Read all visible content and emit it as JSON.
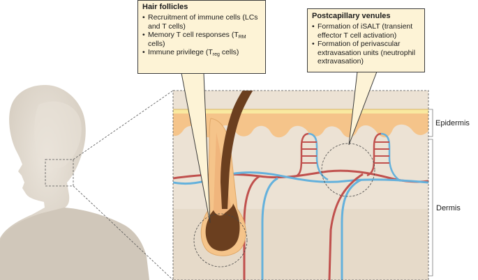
{
  "hair_follicles": {
    "title": "Hair follicles",
    "item1": "Recruitment of immune cells (LCs and T cells)",
    "item2_prefix": "Memory T cell responses (T",
    "item2_sub": "RM",
    "item2_suffix": " cells)",
    "item3_prefix": "Immune privilege (T",
    "item3_sub": "reg",
    "item3_suffix": " cells)"
  },
  "postcapillary_venules": {
    "title": "Postcapillary venules",
    "item1": "Formation of iSALT (transient effector T cell activation)",
    "item2": "Formation of perivascular extravasation units (neutrophil extravasation)"
  },
  "layers": {
    "epidermis": "Epidermis",
    "dermis": "Dermis"
  },
  "colors": {
    "callout_fill": "#fdf3d6",
    "head_fill": "#d8cfc2",
    "dermis_fill": "#ece2d4",
    "epidermis_orange": "#f5c48a",
    "stratum_corneum": "#f9e9a0",
    "hair_brown": "#6b3f1f",
    "artery_red": "#c0504d",
    "vein_blue": "#64b1dc"
  }
}
